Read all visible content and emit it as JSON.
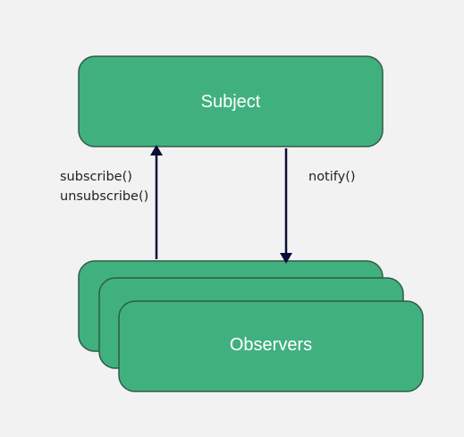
{
  "diagram": {
    "colors": {
      "background": "#f2f2f2",
      "node_fill": "#41b07f",
      "node_stroke": "#2f5a47",
      "arrow": "#0c0c38",
      "node_text": "#ffffff",
      "edge_text": "#1f1f1f"
    },
    "nodes": {
      "subject": {
        "label": "Subject"
      },
      "observers": {
        "label": "Observers"
      }
    },
    "edges": {
      "subscribe": {
        "from": "observers",
        "to": "subject",
        "labels": [
          "subscribe()",
          "unsubscribe()"
        ]
      },
      "notify": {
        "from": "subject",
        "to": "observers",
        "labels": [
          "notify()"
        ]
      }
    }
  }
}
